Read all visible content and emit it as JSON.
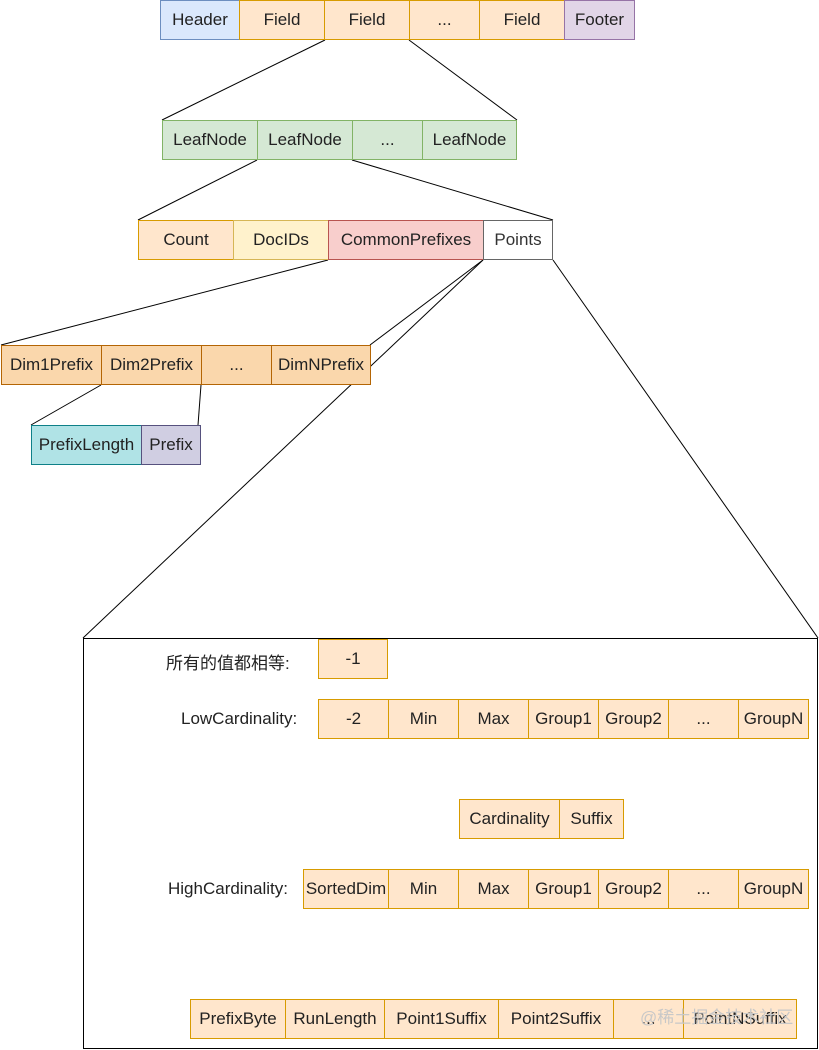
{
  "top_row": [
    "Header",
    "Field",
    "Field",
    "...",
    "Field",
    "Footer"
  ],
  "leaf_row": [
    "LeafNode",
    "LeafNode",
    "...",
    "LeafNode"
  ],
  "leaf_fields": [
    "Count",
    "DocIDs",
    "CommonPrefixes",
    "Points"
  ],
  "prefix_row": [
    "Dim1Prefix",
    "Dim2Prefix",
    "...",
    "DimNPrefix"
  ],
  "prefix_detail": [
    "PrefixLength",
    "Prefix"
  ],
  "points": {
    "all_equal_label": "所有的值都相等:",
    "all_equal_value": "-1",
    "low_label": "LowCardinality:",
    "low_row": [
      "-2",
      "Min",
      "Max",
      "Group1",
      "Group2",
      "...",
      "GroupN"
    ],
    "low_group": [
      "Cardinality",
      "Suffix"
    ],
    "high_label": "HighCardinality:",
    "high_row": [
      "SortedDim",
      "Min",
      "Max",
      "Group1",
      "Group2",
      "...",
      "GroupN"
    ],
    "high_group": [
      "PrefixByte",
      "RunLength",
      "Point1Suffix",
      "Point2Suffix",
      "...",
      "PointNSuffix"
    ]
  },
  "watermark": "@稀土掘金技术社区",
  "colors": {
    "header": "#dae8fc",
    "field": "#ffe6cc",
    "footer": "#e1d5e7",
    "leaf": "#d5e8d4",
    "count": "#ffe6cc",
    "docids": "#fff2cc",
    "common_prefixes": "#f8cecc",
    "points": "#ffffff",
    "dim_prefix": "#fad7ac",
    "prefix_length": "#b0e3e6",
    "prefix": "#d0cee2"
  }
}
